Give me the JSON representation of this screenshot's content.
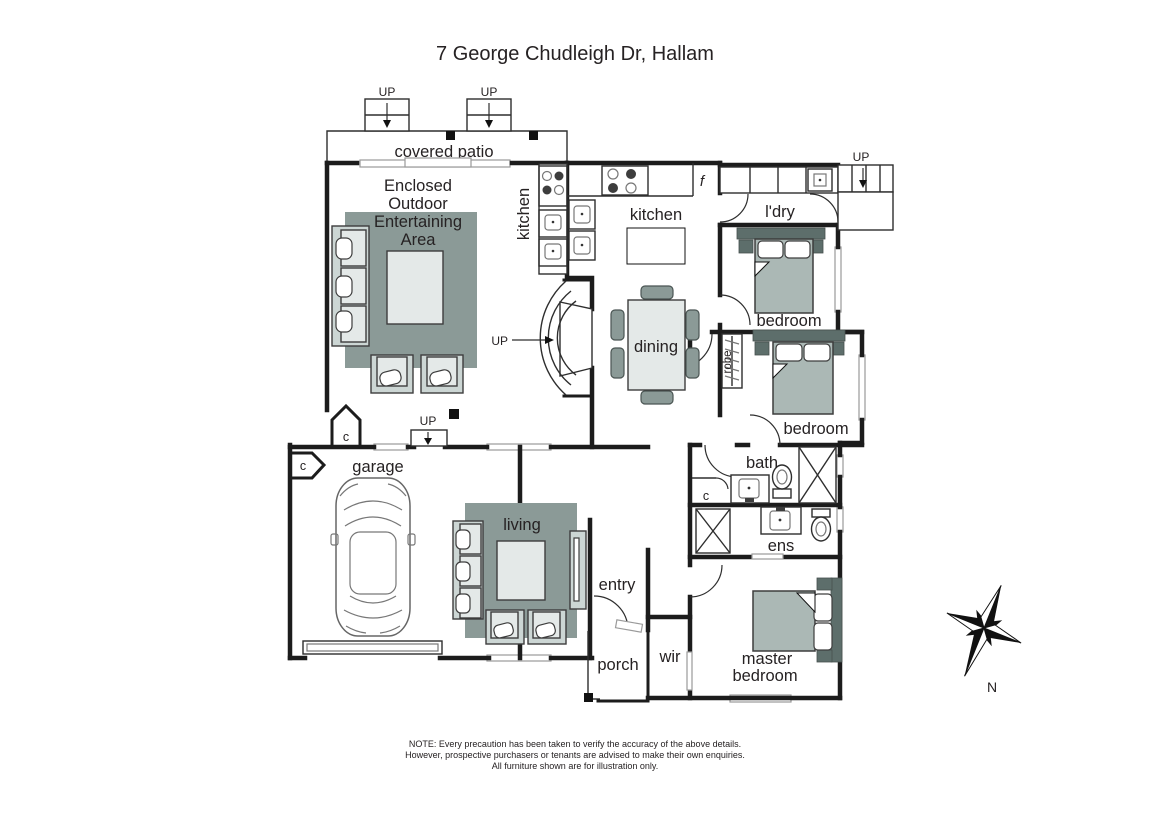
{
  "title": "7 George Chudleigh Dr, Hallam",
  "labels": {
    "covered_patio": "covered patio",
    "enclosed": {
      "l1": "Enclosed",
      "l2": "Outdoor",
      "l3": "Entertaining",
      "l4": "Area"
    },
    "kitchen_outdoor": "kitchen",
    "kitchen": "kitchen",
    "fridge": "f",
    "laundry": "l'dry",
    "dining": "dining",
    "bedroom1": "bedroom",
    "bedroom2": "bedroom",
    "robe": "robe",
    "bath": "bath",
    "closet": "c",
    "ens": "ens",
    "garage": "garage",
    "living": "living",
    "entry": "entry",
    "porch": "porch",
    "wir": "wir",
    "master": {
      "l1": "master",
      "l2": "bedroom"
    },
    "up": "UP",
    "north": "N"
  },
  "note": {
    "l1": "NOTE: Every precaution has been taken to verify the accuracy of the above details.",
    "l2": "However, prospective purchasers or tenants are advised to make their own enquiries.",
    "l3": "All furniture shown are for illustration only."
  },
  "colors": {
    "wall": "#1c1c1c",
    "rug": "#8b9a97",
    "furniture": "#ccd6d4",
    "furniture_light": "#e4e9e8",
    "bed": "#abb8b5",
    "accent_dark": "#5d6e6b"
  }
}
